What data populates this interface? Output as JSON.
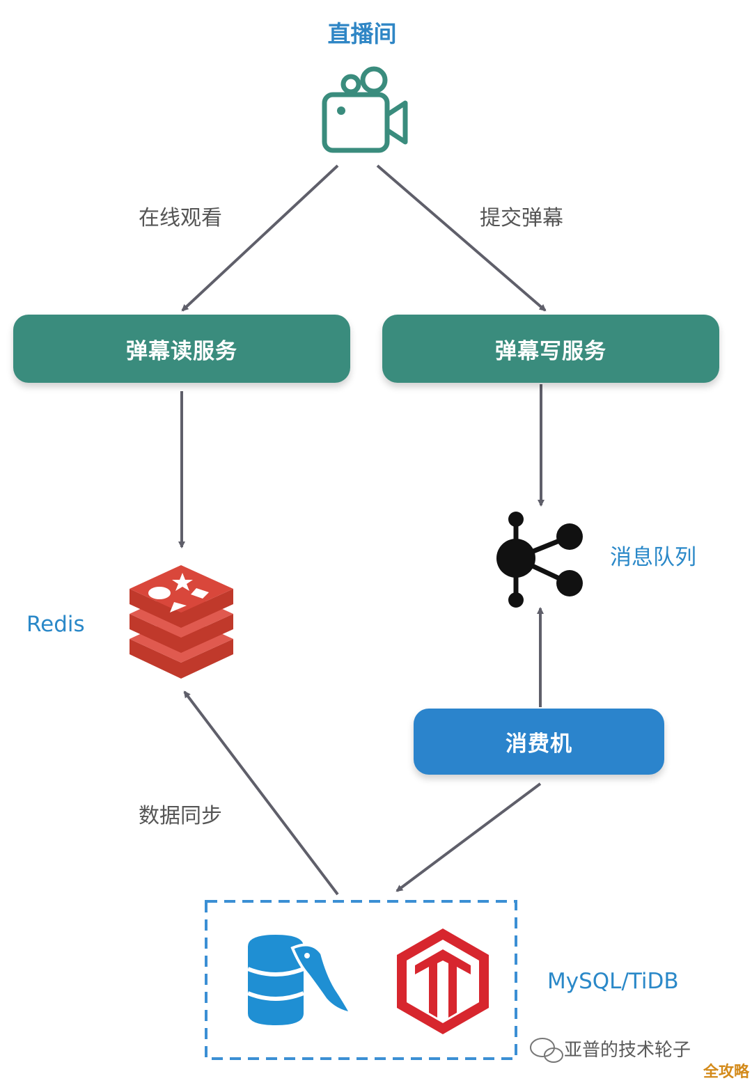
{
  "title": "直播间",
  "edges": {
    "watch": "在线观看",
    "submit": "提交弹幕",
    "sync": "数据同步"
  },
  "services": {
    "read": "弹幕读服务",
    "write": "弹幕写服务",
    "consumer": "消费机"
  },
  "nodes": {
    "redis": "Redis",
    "queue": "消息队列",
    "db": "MySQL/TiDB"
  },
  "watermark": "亚普的技术轮子",
  "corner_tag": "全攻略",
  "icons": {
    "camera": "video-camera-icon",
    "redis": "redis-logo-icon",
    "queue": "message-queue-share-icon",
    "mysql": "mysql-database-icon",
    "tidb": "tidb-logo-icon",
    "wechat": "wechat-icon"
  },
  "colors": {
    "teal": "#3a8c7d",
    "blue": "#2b84cc",
    "arrow": "#5f5f6a",
    "redis_red": "#d6463a",
    "tidb_red": "#d7262e",
    "mysql_blue": "#1f8fd3"
  }
}
